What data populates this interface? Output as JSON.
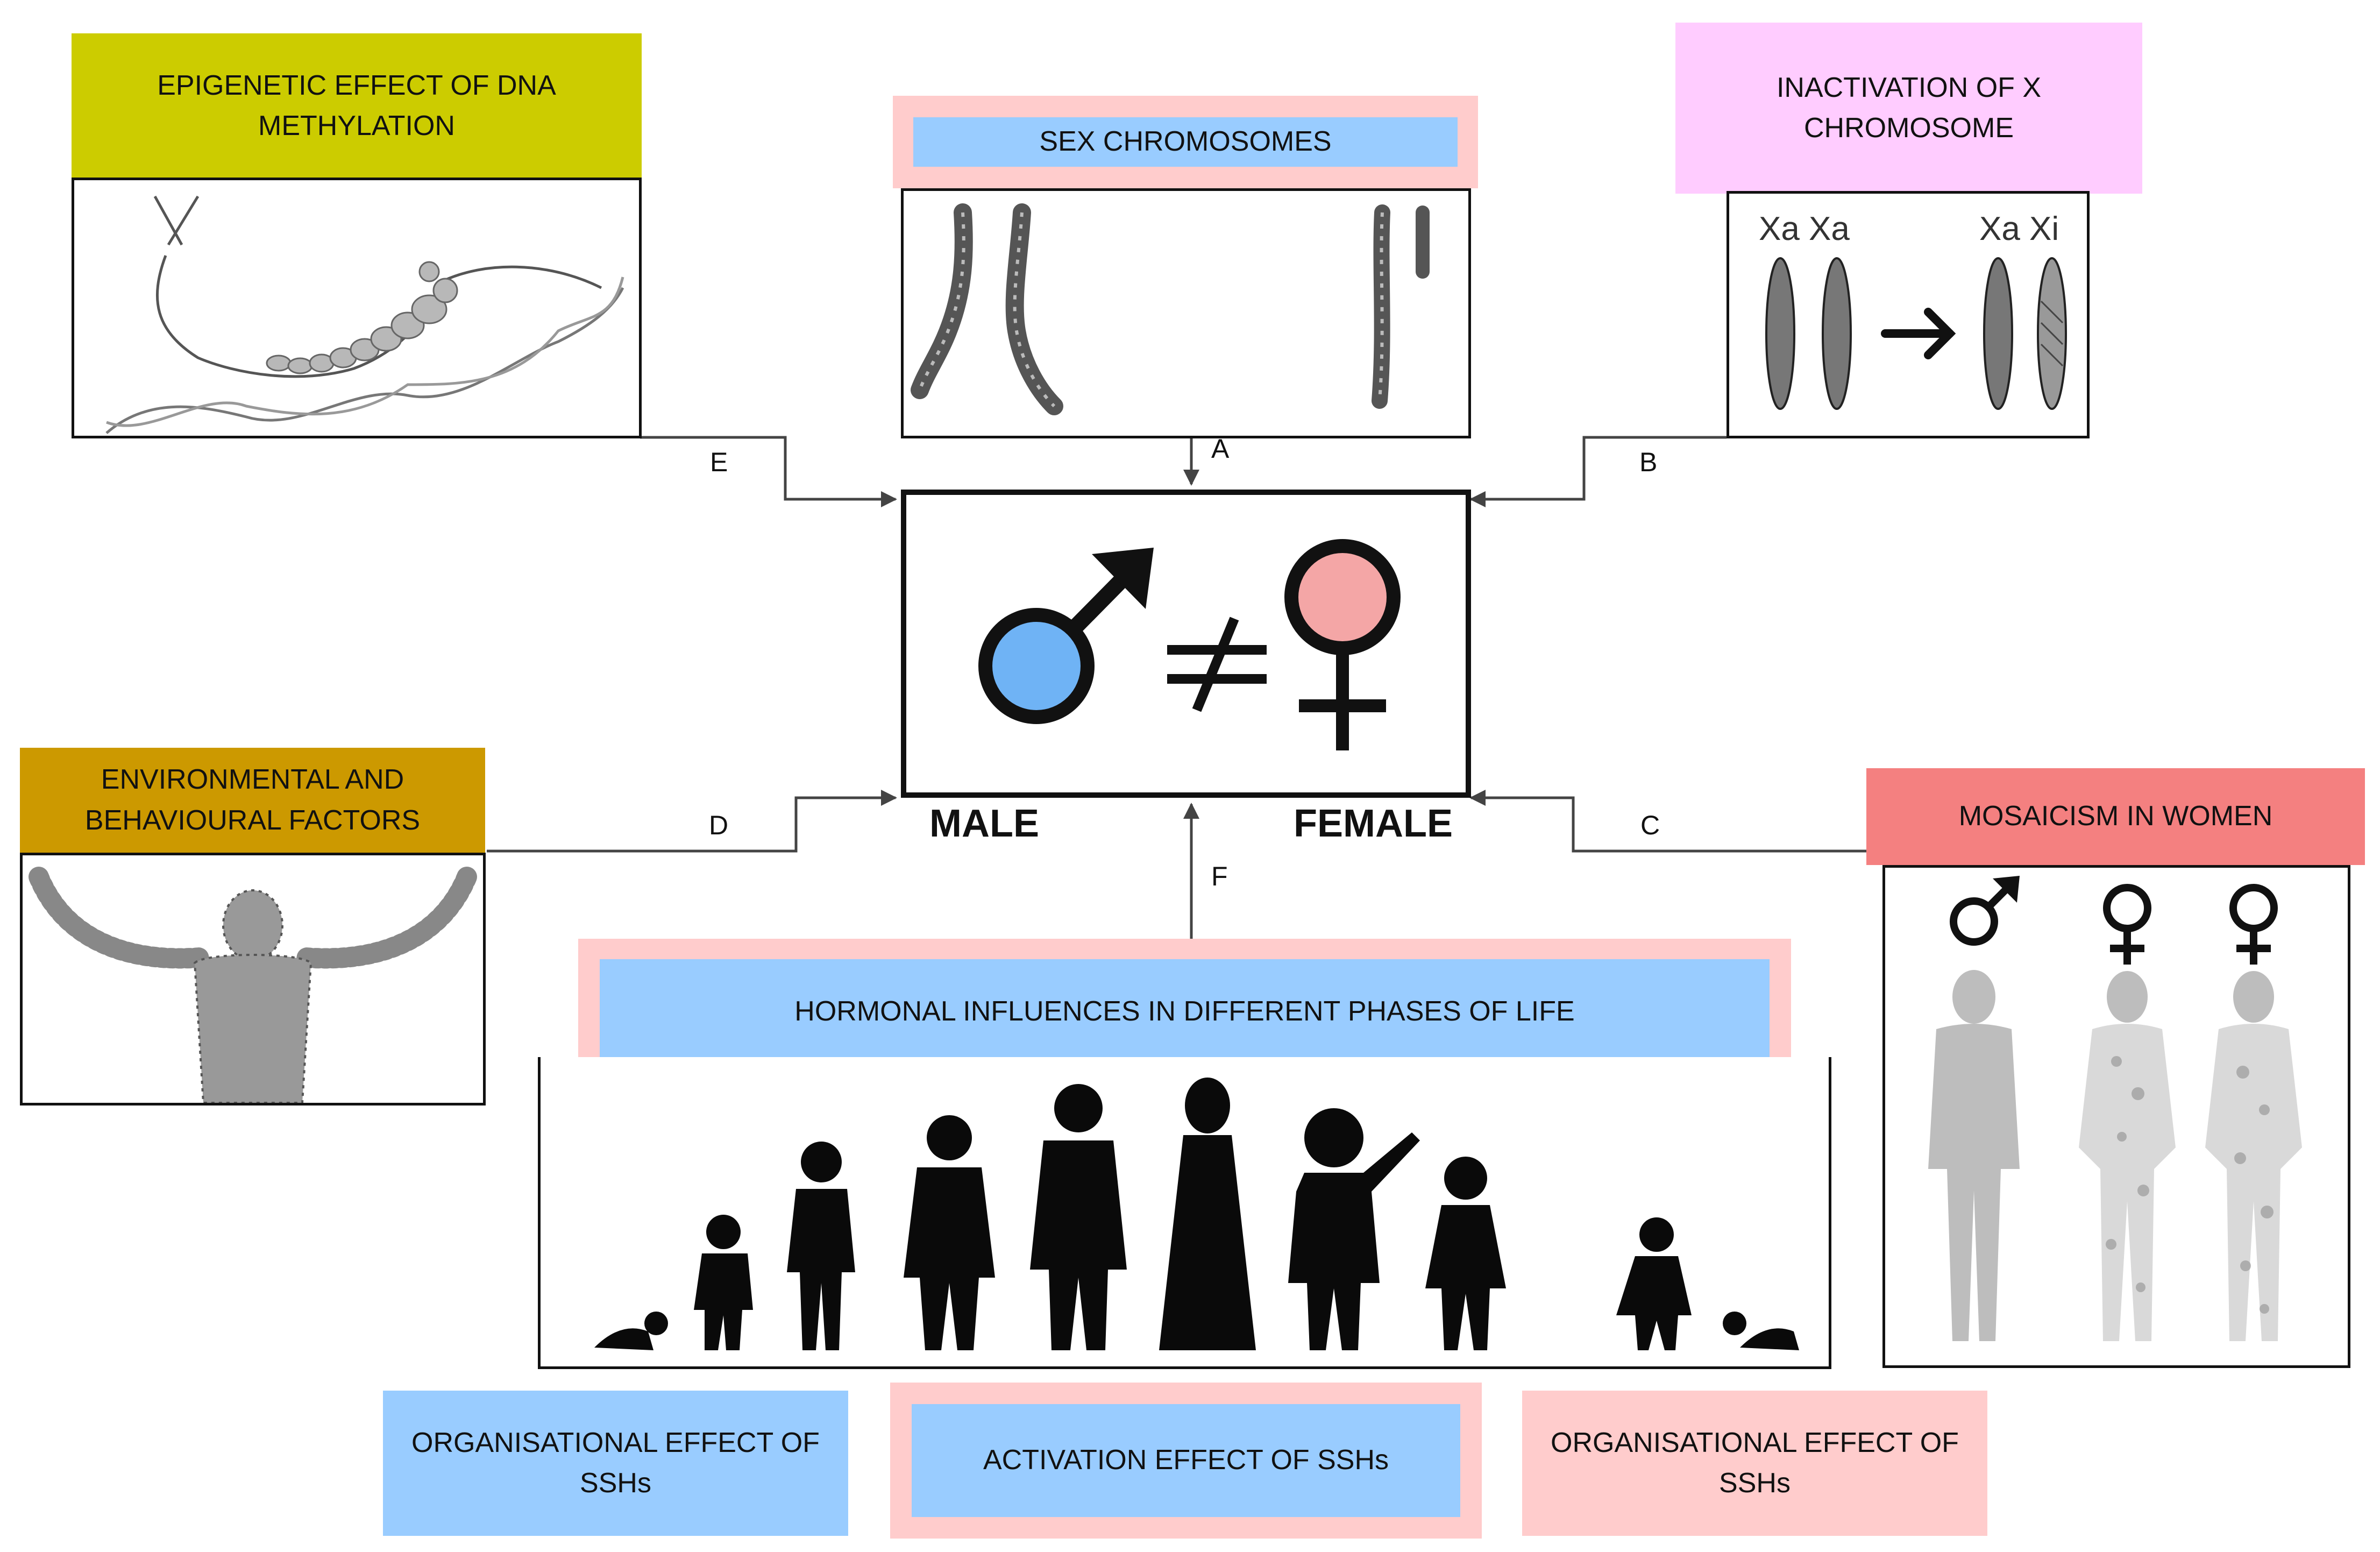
{
  "boxes": {
    "epigenetic": "EPIGENETIC EFFECT OF DNA METHYLATION",
    "sex_chromosomes": "SEX CHROMOSOMES",
    "x_inactivation": "INACTIVATION OF X CHROMOSOME",
    "environmental": "ENVIRONMENTAL AND BEHAVIOURAL FACTORS",
    "mosaicism": "MOSAICISM IN WOMEN",
    "hormonal": "HORMONAL INFLUENCES IN DIFFERENT PHASES OF LIFE",
    "organisational_left": "ORGANISATIONAL EFFECT OF SSHs",
    "activation": "ACTIVATION EFFECT OF SSHs",
    "organisational_right": "ORGANISATIONAL EFFECT OF SSHs"
  },
  "center": {
    "male": "MALE",
    "female": "FEMALE"
  },
  "links": {
    "a": "A",
    "b": "B",
    "c": "C",
    "d": "D",
    "e": "E",
    "f": "F"
  },
  "x_inactivation_labels": {
    "before": "Xa Xa",
    "after": "Xa Xi"
  },
  "colors": {
    "olive": "#cccc00",
    "gold": "#cc9900",
    "pink": "#ffcccc",
    "light_blue": "#99ccff",
    "lavender": "#ffccff",
    "salmon": "#f48080",
    "male_blue": "#6fb3f5",
    "female_pink": "#f4a6a6"
  }
}
